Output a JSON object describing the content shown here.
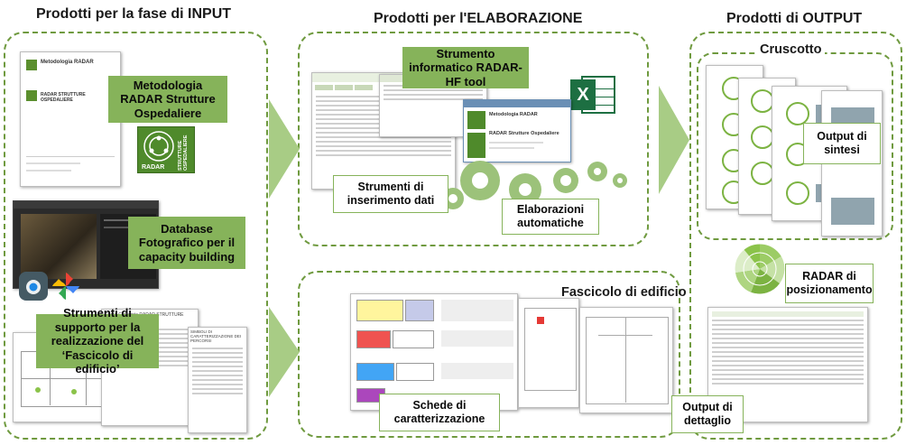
{
  "titles": {
    "input": "Prodotti per la fase di INPUT",
    "elaborazione": "Prodotti per l'ELABORAZIONE",
    "output": "Prodotti di OUTPUT"
  },
  "input": {
    "metodologia": "Metodologia RADAR Strutture Ospedaliere",
    "database": "Database Fotografico per il capacity building",
    "strumenti": "Strumenti di supporto per la realizzazione del ‘Fascicolo di edificio’",
    "cover_title": "Metodologia RADAR",
    "cover_subtitle": "RADAR STRUTTURE OSPEDALIERE",
    "logo_text": "RADAR",
    "logo_side": "STRUTTURE OSPEDALIERE"
  },
  "elaborazione": {
    "tool": "Strumento informatico RADAR-HF tool",
    "inserimento": "Strumenti di inserimento dati",
    "automatiche": "Elaborazioni automatiche",
    "window_title": "Metodologia RADAR",
    "window_subtitle": "RADAR Strutture Ospedaliere",
    "excel_letter": "X"
  },
  "fascicolo": {
    "title": "Fascicolo di edificio",
    "schede": "Schede di caratterizzazione"
  },
  "output": {
    "cruscotto": "Cruscotto",
    "sintesi": "Output di sintesi",
    "radar": "RADAR di posizionamento",
    "dettaglio": "Output di dettaglio"
  },
  "colors": {
    "accent_green": "#86b35a",
    "border_green": "#6f9a3f",
    "excel_green": "#1d6f42"
  }
}
